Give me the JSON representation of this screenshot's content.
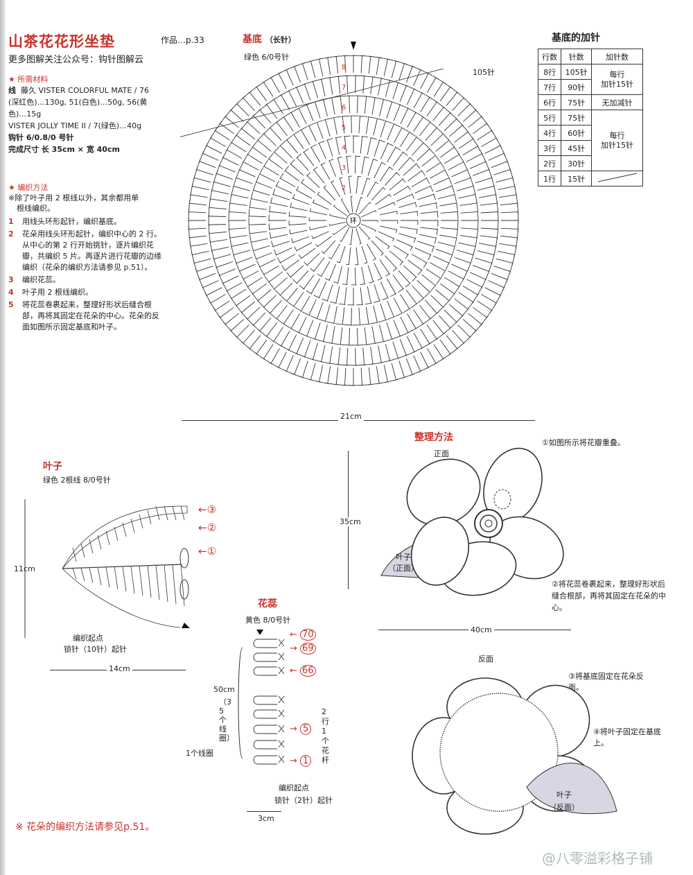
{
  "header": {
    "title": "山茶花花形坐垫",
    "work_ref": "作品…p.33",
    "subtitle": "更多图解关注公众号：钩针图解云"
  },
  "materials": {
    "heading": "所需材料",
    "yarn_label": "线",
    "yarn_line1": "藤久  VISTER COLORFUL MATE / 76",
    "yarn_line2": "(深红色)…130g, 51(白色)…50g, 56(黄",
    "yarn_line3": "色)…15g",
    "yarn_line4": "VISTER JOLLY TIME II / 7(绿色)…40g",
    "hook": "钩针  6/0.8/0 号针",
    "size": "完成尺寸  长 35cm × 宽 40cm"
  },
  "method": {
    "heading": "编织方法",
    "intro1": "※除了叶子用 2 根线以外，其余都用单",
    "intro2": "根线编织。",
    "steps": [
      {
        "num": "1",
        "text": "用线头环形起针，编织基底。"
      },
      {
        "num": "2",
        "text": "花朵用线头环形起针，编织中心的 2 行。从中心的第 2 行开始挑针，逐片编织花瓣，共编织 5 片。再逐片进行花瓣的边缘编织（花朵的编织方法请参见 p.51）。"
      },
      {
        "num": "3",
        "text": "编织花蕊。"
      },
      {
        "num": "4",
        "text": "叶子用 2 根线编织。"
      },
      {
        "num": "5",
        "text": "将花蕊卷裹起来，整理好形状后缝合根部，再将其固定在花朵的中心。花朵的反面如图所示固定基底和叶子。"
      }
    ]
  },
  "base": {
    "title": "基底",
    "stitch": "（长针）",
    "color": "绿色  6/0号针",
    "stitch_count": "105针",
    "center": "环",
    "row_labels": [
      "8",
      "7",
      "6",
      "5",
      "4",
      "3",
      "2"
    ],
    "width": "21cm"
  },
  "increase_table": {
    "title": "基底的加针",
    "headers": [
      "行数",
      "针数",
      "加针数"
    ],
    "rows": [
      {
        "row": "8行",
        "count": "105针"
      },
      {
        "row": "7行",
        "count": "90针"
      },
      {
        "row": "6行",
        "count": "75针"
      },
      {
        "row": "5行",
        "count": "75针"
      },
      {
        "row": "4行",
        "count": "60针"
      },
      {
        "row": "3行",
        "count": "45针"
      },
      {
        "row": "2行",
        "count": "30针"
      },
      {
        "row": "1行",
        "count": "15针"
      }
    ],
    "inc_a": "每行\n加针15针",
    "inc_none": "无加减针",
    "inc_b": "每行\n加针15针"
  },
  "leaf": {
    "title": "叶子",
    "spec": "绿色  2根线     8/0号针",
    "height": "11cm",
    "width": "14cm",
    "start1": "编织起点",
    "start2": "锁针（10针）起针",
    "row_marks": [
      "③",
      "②",
      "①"
    ]
  },
  "pistil": {
    "title": "花蕊",
    "spec": "黄色  8/0号针",
    "marks": [
      "70",
      "69",
      "66",
      "5",
      "1"
    ],
    "length": "50cm",
    "side_note": "（35个线圈）",
    "loop_label": "1个线圈",
    "rows_note": "2行1个花杆",
    "start1": "编织起点",
    "start2": "锁针（2针）起针",
    "width": "3cm"
  },
  "finishing": {
    "title": "整理方法",
    "front_label": "正面",
    "back_label": "反面",
    "note1": "①如图所示将花瓣重叠。",
    "note2": "②将花蕊卷裹起来，整理好形状后缝合根部，再将其固定在花朵的中心。",
    "note3": "③将基底固定在花朵反面。",
    "note4": "④将叶子固定在基底上。",
    "leaf_front": "叶子\n（正面）",
    "leaf_back": "叶子\n（反面）",
    "height": "35cm",
    "width": "40cm"
  },
  "footer": {
    "note": "※ 花朵的编织方法请参见p.51。",
    "watermark": "@八零溢彩格子铺"
  }
}
